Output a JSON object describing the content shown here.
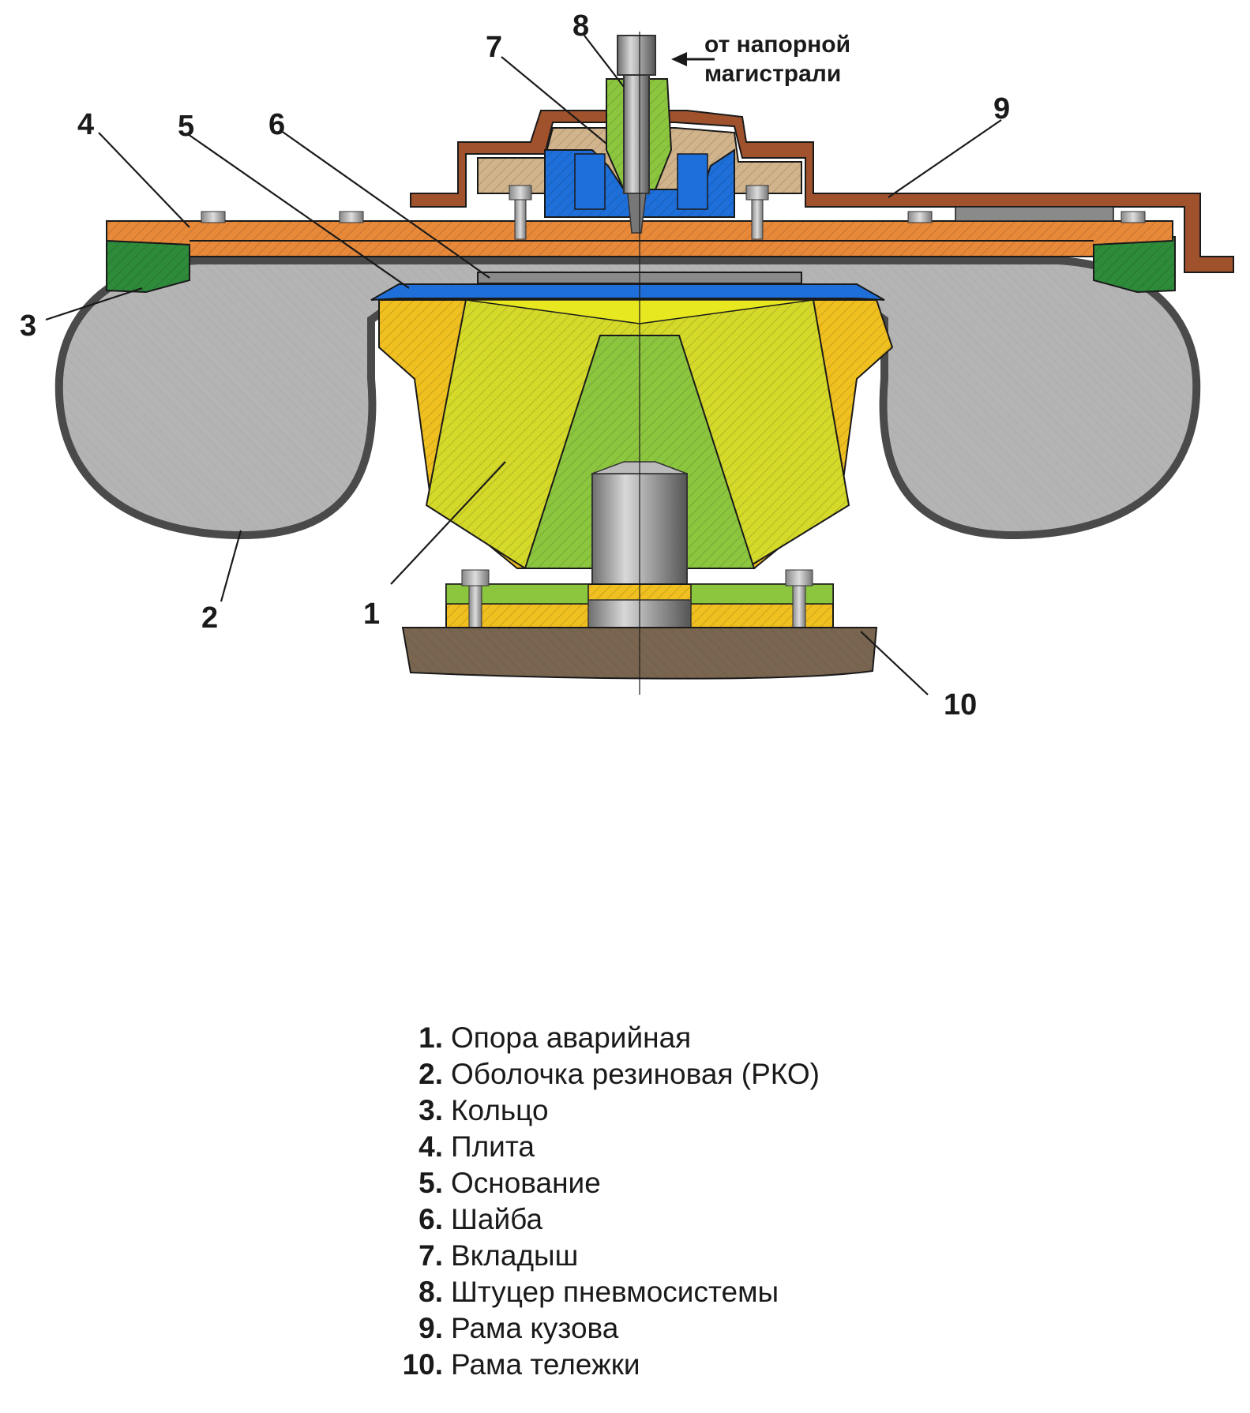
{
  "annotation": {
    "line1": "от напорной",
    "line2": "магистрали"
  },
  "callouts": [
    {
      "number": "1"
    },
    {
      "number": "2"
    },
    {
      "number": "3"
    },
    {
      "number": "4"
    },
    {
      "number": "5"
    },
    {
      "number": "6"
    },
    {
      "number": "7"
    },
    {
      "number": "8"
    },
    {
      "number": "9"
    },
    {
      "number": "10"
    }
  ],
  "legend": [
    {
      "number": "1.",
      "label": "Опора аварийная"
    },
    {
      "number": "2.",
      "label": "Оболочка резиновая (РКО)"
    },
    {
      "number": "3.",
      "label": "Кольцо"
    },
    {
      "number": "4.",
      "label": "Плита"
    },
    {
      "number": "5.",
      "label": "Основание"
    },
    {
      "number": "6.",
      "label": "Шайба"
    },
    {
      "number": "7.",
      "label": "Вкладыш"
    },
    {
      "number": "8.",
      "label": "Штуцер пневмосистемы"
    },
    {
      "number": "9.",
      "label": "Рама кузова"
    },
    {
      "number": "10.",
      "label": "Рама тележки"
    }
  ],
  "colors": {
    "plate": "#e8893a",
    "body_frame": "#a0522d",
    "ring": "#2e8b3a",
    "shell": "#b4b4b4",
    "support": "#8cc63f",
    "base": "#f0c020",
    "washer_blue": "#1e6fd9",
    "insert_tan": "#d2b48c",
    "bogie_frame": "#7a6650",
    "yellow_cone": "#d4d92a"
  }
}
